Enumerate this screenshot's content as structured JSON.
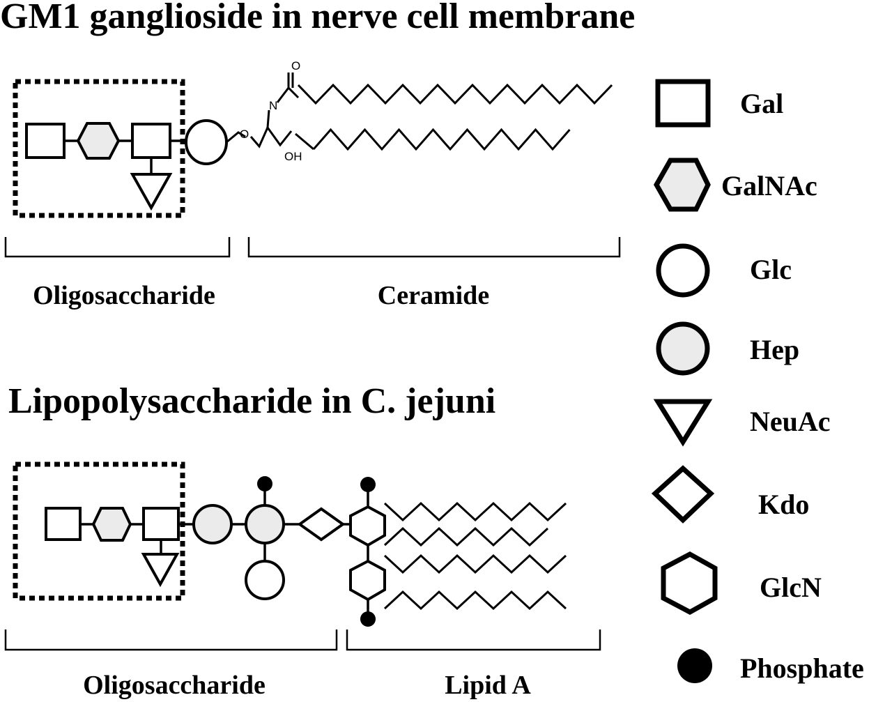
{
  "figure": {
    "top_panel": {
      "title": "GM1 ganglioside in nerve cell membrane",
      "brackets": [
        {
          "label": "Oligosaccharide"
        },
        {
          "label": "Ceramide"
        }
      ],
      "atoms": {
        "oxygen_carbonyl": "O",
        "nitrogen": "N",
        "hydroxyl": "OH"
      },
      "residues": [
        "Gal",
        "GalNAc",
        "Gal",
        "NeuAc",
        "Glc"
      ]
    },
    "bottom_panel": {
      "title": "Lipopolysaccharide in C. jejuni",
      "brackets": [
        {
          "label": "Oligosaccharide"
        },
        {
          "label": "Lipid A"
        }
      ],
      "residues": [
        "Gal",
        "GalNAc",
        "Gal",
        "NeuAc",
        "Hep",
        "Hep",
        "Glc",
        "Kdo",
        "GlcN",
        "GlcN",
        "Phosphate",
        "Phosphate"
      ]
    },
    "legend": [
      {
        "shape": "square-icon",
        "label": "Gal"
      },
      {
        "shape": "hexagon-gray-icon",
        "label": "GalNAc"
      },
      {
        "shape": "circle-icon",
        "label": "Glc"
      },
      {
        "shape": "circle-gray-icon",
        "label": "Hep"
      },
      {
        "shape": "triangle-down-icon",
        "label": "NeuAc"
      },
      {
        "shape": "diamond-icon",
        "label": "Kdo"
      },
      {
        "shape": "hexagon-icon",
        "label": "GlcN"
      },
      {
        "shape": "filled-circle-icon",
        "label": "Phosphate"
      }
    ]
  }
}
